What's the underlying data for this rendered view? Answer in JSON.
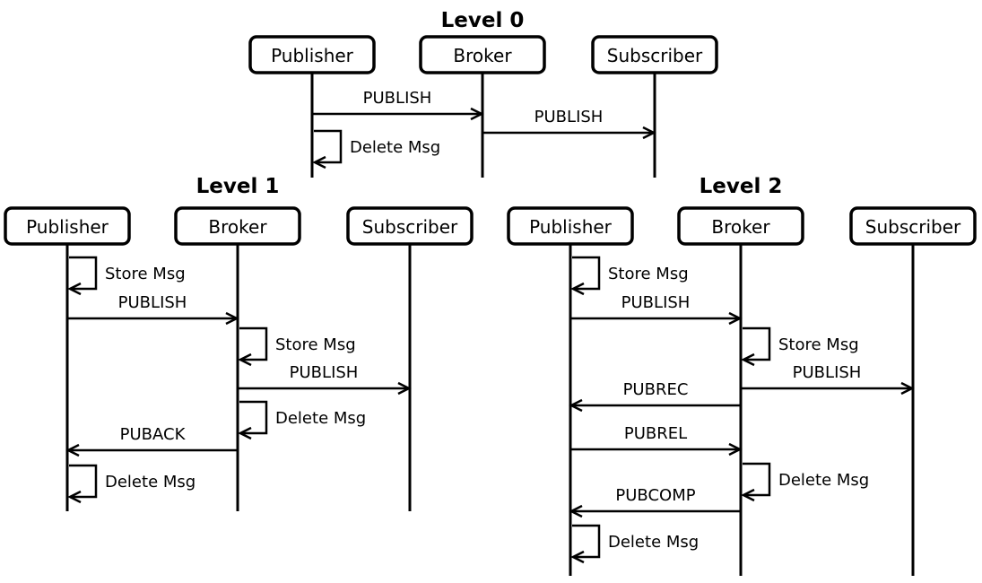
{
  "levels": [
    {
      "title": "Level 0",
      "actors": [
        "Publisher",
        "Broker",
        "Subscriber"
      ],
      "messages": [
        {
          "kind": "arrow",
          "from": "Publisher",
          "to": "Broker",
          "label": "PUBLISH"
        },
        {
          "kind": "arrow",
          "from": "Broker",
          "to": "Subscriber",
          "label": "PUBLISH"
        },
        {
          "kind": "self",
          "actor": "Publisher",
          "label": "Delete Msg"
        }
      ]
    },
    {
      "title": "Level 1",
      "actors": [
        "Publisher",
        "Broker",
        "Subscriber"
      ],
      "messages": [
        {
          "kind": "self",
          "actor": "Publisher",
          "label": "Store Msg"
        },
        {
          "kind": "arrow",
          "from": "Publisher",
          "to": "Broker",
          "label": "PUBLISH"
        },
        {
          "kind": "self",
          "actor": "Broker",
          "label": "Store Msg"
        },
        {
          "kind": "arrow",
          "from": "Broker",
          "to": "Subscriber",
          "label": "PUBLISH"
        },
        {
          "kind": "self",
          "actor": "Broker",
          "label": "Delete Msg"
        },
        {
          "kind": "arrow",
          "from": "Broker",
          "to": "Publisher",
          "label": "PUBACK"
        },
        {
          "kind": "self",
          "actor": "Publisher",
          "label": "Delete Msg"
        }
      ]
    },
    {
      "title": "Level 2",
      "actors": [
        "Publisher",
        "Broker",
        "Subscriber"
      ],
      "messages": [
        {
          "kind": "self",
          "actor": "Publisher",
          "label": "Store Msg"
        },
        {
          "kind": "arrow",
          "from": "Publisher",
          "to": "Broker",
          "label": "PUBLISH"
        },
        {
          "kind": "self",
          "actor": "Broker",
          "label": "Store Msg"
        },
        {
          "kind": "arrow",
          "from": "Broker",
          "to": "Subscriber",
          "label": "PUBLISH"
        },
        {
          "kind": "arrow",
          "from": "Broker",
          "to": "Publisher",
          "label": "PUBREC"
        },
        {
          "kind": "arrow",
          "from": "Publisher",
          "to": "Broker",
          "label": "PUBREL"
        },
        {
          "kind": "self",
          "actor": "Broker",
          "label": "Delete Msg"
        },
        {
          "kind": "arrow",
          "from": "Broker",
          "to": "Publisher",
          "label": "PUBCOMP"
        },
        {
          "kind": "self",
          "actor": "Publisher",
          "label": "Delete Msg"
        }
      ]
    }
  ]
}
